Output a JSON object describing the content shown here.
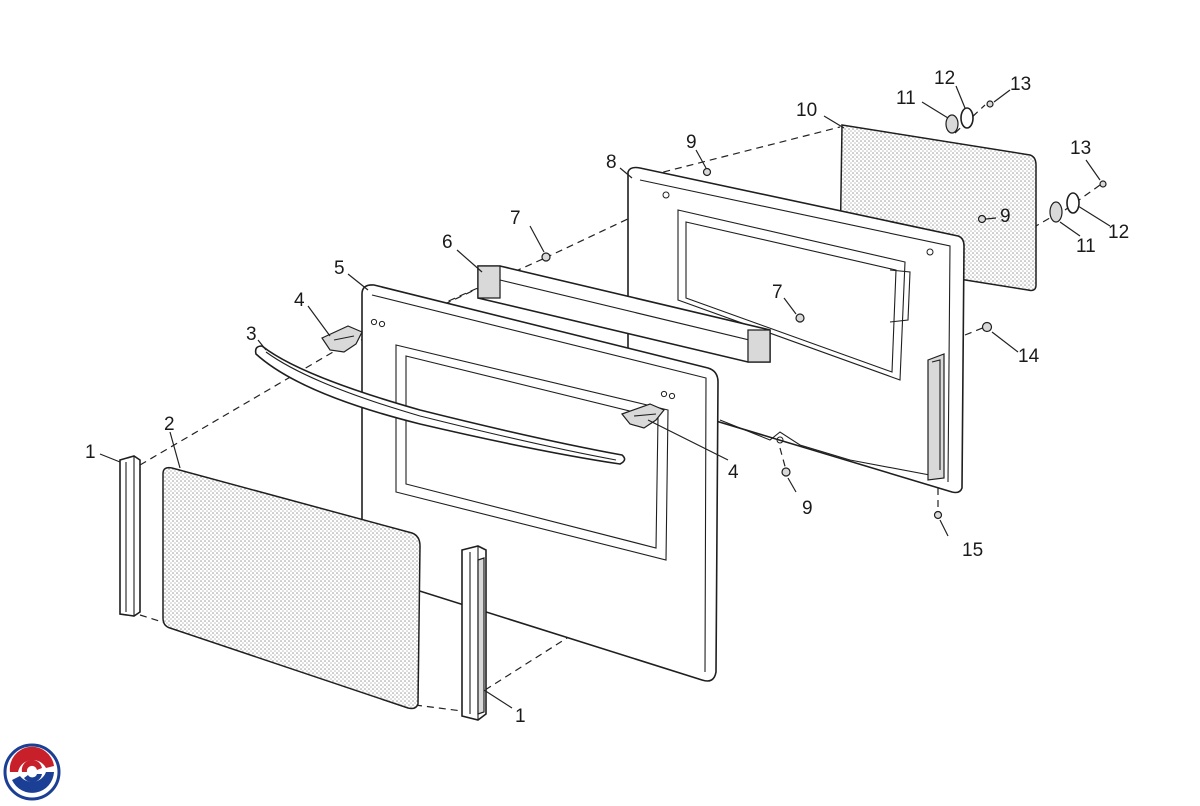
{
  "diagram": {
    "part_labels": [
      "1",
      "2",
      "3",
      "4",
      "5",
      "6",
      "7",
      "8",
      "9",
      "10",
      "11",
      "12",
      "13",
      "14",
      "15"
    ]
  },
  "logo": {
    "icon": "brand-swirl-logo",
    "colors": [
      "#c8202b",
      "#1b3f94"
    ]
  }
}
